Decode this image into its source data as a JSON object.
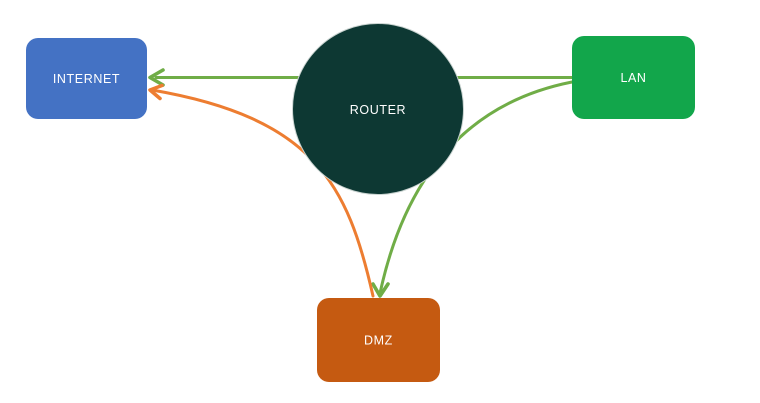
{
  "diagram": {
    "background": "#FFFFFF",
    "nodes": {
      "internet": {
        "label": "INTERNET",
        "fill": "#4472C4",
        "text_color": "#FFFFFF",
        "shape": "rounded-rect"
      },
      "router": {
        "label": "ROUTER",
        "fill": "#0D3833",
        "text_color": "#FFFFFF",
        "shape": "circle"
      },
      "lan": {
        "label": "LAN",
        "fill": "#12A64B",
        "text_color": "#FFFFFF",
        "shape": "rounded-rect"
      },
      "dmz": {
        "label": "DMZ",
        "fill": "#C55A11",
        "text_color": "#FFFFFF",
        "shape": "rounded-rect"
      }
    },
    "edges": {
      "lan_to_internet": {
        "from": "LAN",
        "to": "INTERNET",
        "color": "#70AD47",
        "style": "straight-arrow"
      },
      "lan_to_dmz": {
        "from": "LAN",
        "to": "DMZ",
        "color": "#70AD47",
        "style": "curved-arrow"
      },
      "dmz_to_internet": {
        "from": "DMZ",
        "to": "INTERNET",
        "color": "#ED7D31",
        "style": "curved-arrow"
      }
    }
  }
}
